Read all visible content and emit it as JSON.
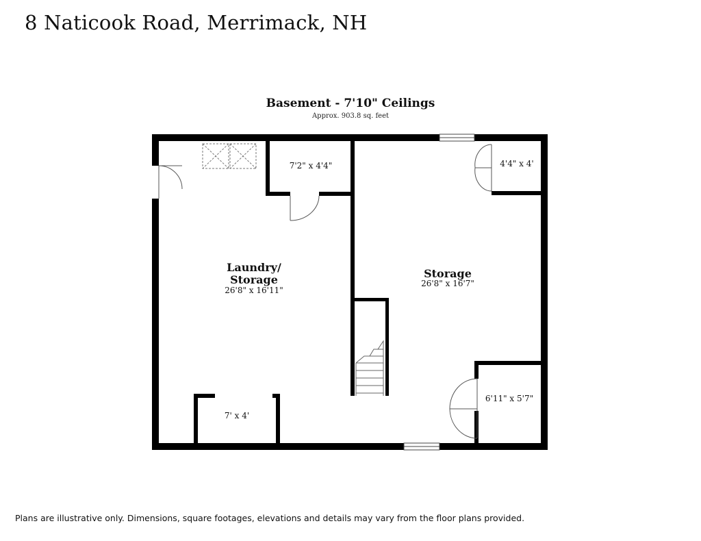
{
  "page": {
    "title": "8 Naticook Road, Merrimack, NH"
  },
  "plan": {
    "heading": "Basement - 7'10\" Ceilings",
    "area": "Approx. 903.8 sq. feet",
    "rooms": {
      "laundry": {
        "name_line1": "Laundry/",
        "name_line2": "Storage",
        "dims": "26'8\" x 16'11\""
      },
      "storage": {
        "name": "Storage",
        "dims": "26'8\" x 16'7\""
      },
      "closet_top": {
        "dims": "7'2\" x 4'4\""
      },
      "closet_topright": {
        "dims": "4'4\" x 4'"
      },
      "closet_bottomright": {
        "dims": "6'11\" x 5'7\""
      },
      "closet_bottomleft": {
        "dims": "7' x 4'"
      }
    }
  },
  "footer": {
    "disclaimer": "Plans are illustrative only. Dimensions, square footages, elevations and details may vary from the floor plans provided."
  },
  "colors": {
    "wall": "#000000",
    "line": "#444444"
  }
}
